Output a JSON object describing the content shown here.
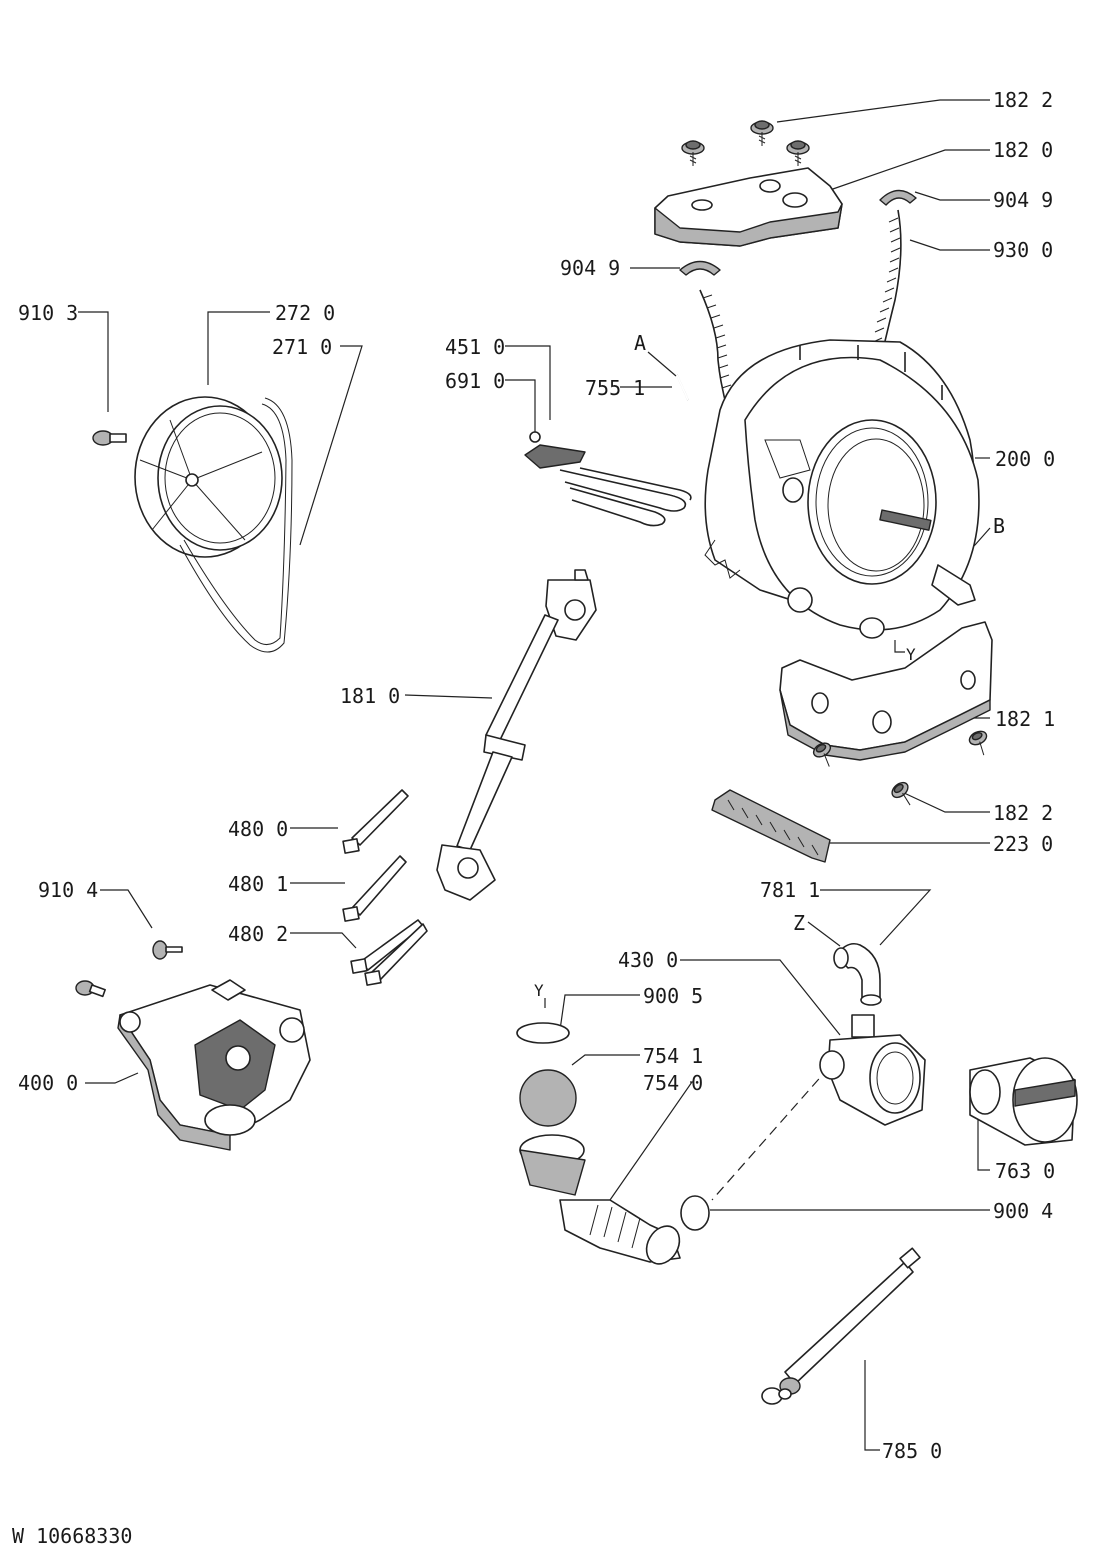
{
  "document_code": "W 10668330",
  "labels": {
    "l_182_2_top": "182 2",
    "l_182_0": "182 0",
    "l_904_9_right": "904 9",
    "l_930_0": "930 0",
    "l_904_9_left": "904 9",
    "l_910_3": "910 3",
    "l_272_0": "272 0",
    "l_271_0": "271 0",
    "l_451_0": "451 0",
    "l_691_0": "691 0",
    "l_A": "A",
    "l_755_1": "755 1",
    "l_200_0": "200 0",
    "l_B": "B",
    "l_Y_tub": "Y",
    "l_181_0": "181 0",
    "l_182_1": "182 1",
    "l_182_2_bottom": "182 2",
    "l_480_0": "480 0",
    "l_223_0": "223 0",
    "l_480_1": "480 1",
    "l_910_4": "910 4",
    "l_781_1": "781 1",
    "l_480_2": "480 2",
    "l_Z": "Z",
    "l_430_0": "430 0",
    "l_Y_pump": "Y",
    "l_900_5": "900 5",
    "l_754_1": "754 1",
    "l_754_0": "754 0",
    "l_400_0": "400 0",
    "l_763_0": "763 0",
    "l_900_4": "900 4",
    "l_785_0": "785 0"
  },
  "colors": {
    "line": "#222222",
    "shade_dark": "#6d6d6d",
    "shade_mid": "#b3b3b3",
    "background": "#ffffff"
  }
}
